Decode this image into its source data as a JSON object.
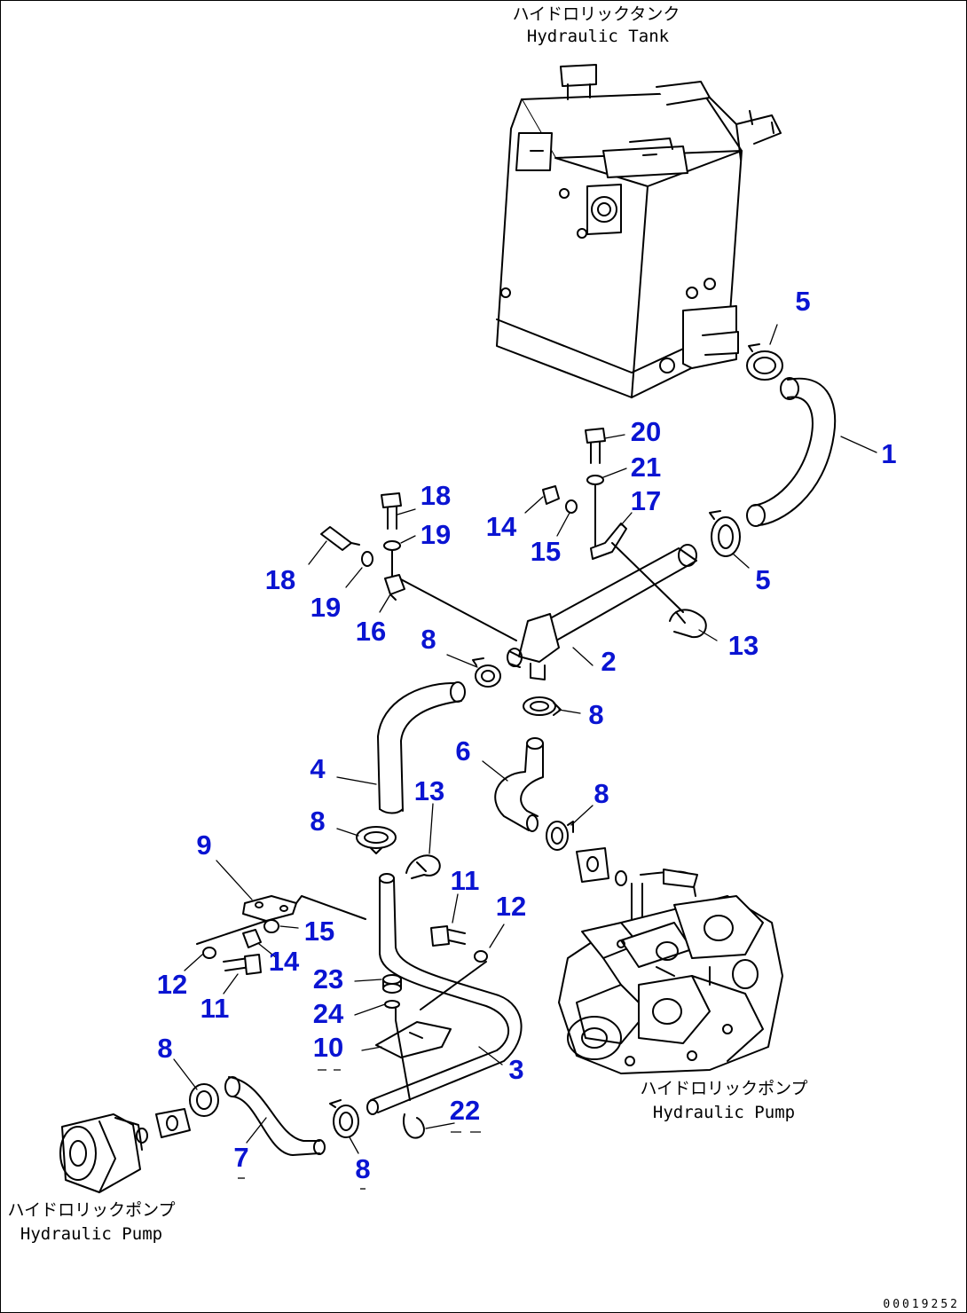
{
  "colors": {
    "line": "#000000",
    "label": "#0a14d2",
    "background": "#ffffff"
  },
  "captions": {
    "tank_jp": "ハイドロリックタンク",
    "tank_en": "Hydraulic Tank",
    "pump_right_jp": "ハイドロリックポンプ",
    "pump_right_en": "Hydraulic Pump",
    "pump_left_jp": "ハイドロリックポンプ",
    "pump_left_en": "Hydraulic Pump"
  },
  "drawing_number": "00019252",
  "part_labels": [
    {
      "id": "p5a",
      "text": "5"
    },
    {
      "id": "p1",
      "text": "1"
    },
    {
      "id": "p20",
      "text": "20"
    },
    {
      "id": "p21",
      "text": "21"
    },
    {
      "id": "p17",
      "text": "17"
    },
    {
      "id": "p14a",
      "text": "14"
    },
    {
      "id": "p15a",
      "text": "15"
    },
    {
      "id": "p5b",
      "text": "5"
    },
    {
      "id": "p18a",
      "text": "18"
    },
    {
      "id": "p19a",
      "text": "19"
    },
    {
      "id": "p18b",
      "text": "18"
    },
    {
      "id": "p19b",
      "text": "19"
    },
    {
      "id": "p16",
      "text": "16"
    },
    {
      "id": "p13a",
      "text": "13"
    },
    {
      "id": "p8a",
      "text": "8"
    },
    {
      "id": "p2",
      "text": "2"
    },
    {
      "id": "p8b",
      "text": "8"
    },
    {
      "id": "p6",
      "text": "6"
    },
    {
      "id": "p4",
      "text": "4"
    },
    {
      "id": "p13b",
      "text": "13"
    },
    {
      "id": "p8c",
      "text": "8"
    },
    {
      "id": "p8d",
      "text": "8"
    },
    {
      "id": "p9",
      "text": "9"
    },
    {
      "id": "p11a",
      "text": "11"
    },
    {
      "id": "p12a",
      "text": "12"
    },
    {
      "id": "p15b",
      "text": "15"
    },
    {
      "id": "p14b",
      "text": "14"
    },
    {
      "id": "p23",
      "text": "23"
    },
    {
      "id": "p12b",
      "text": "12"
    },
    {
      "id": "p11b",
      "text": "11"
    },
    {
      "id": "p24",
      "text": "24"
    },
    {
      "id": "p10",
      "text": "10"
    },
    {
      "id": "p3",
      "text": "3"
    },
    {
      "id": "p8e",
      "text": "8"
    },
    {
      "id": "p22",
      "text": "22"
    },
    {
      "id": "p7",
      "text": "7"
    },
    {
      "id": "p8f",
      "text": "8"
    }
  ]
}
